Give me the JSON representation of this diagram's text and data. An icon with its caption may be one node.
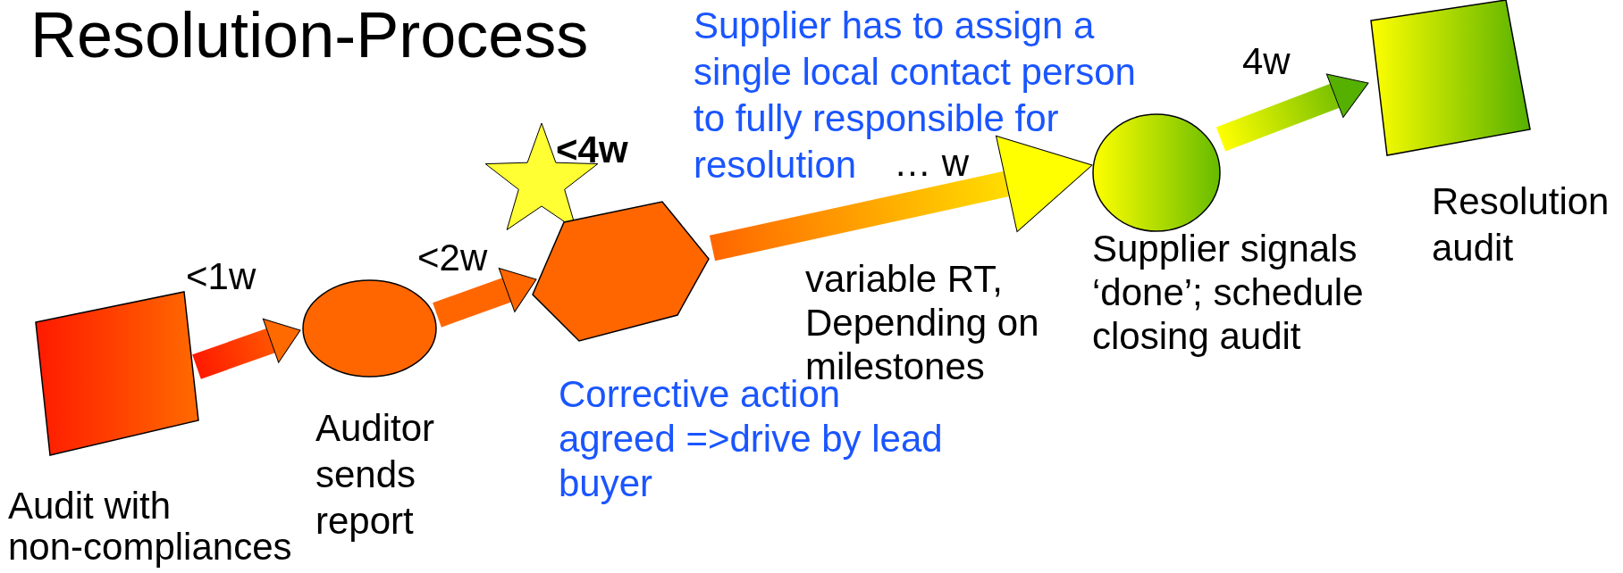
{
  "diagram": {
    "title": "Resolution-Process",
    "nodes": [
      {
        "text": [
          "Audit with non-compliances"
        ]
      },
      {
        "text": [
          "Auditor sends report"
        ]
      },
      {
        "text": [
          "Corrective action agreed =>drive by lead buyer"
        ]
      },
      {
        "text": [
          "Supplier signals ‘done’; schedule closing audit"
        ]
      },
      {
        "text": [
          "Resolution audit"
        ]
      }
    ],
    "edges": [
      {
        "from": 0,
        "to": 1,
        "arrow": "to",
        "label": "<1w"
      },
      {
        "from": 1,
        "to": 2,
        "arrow": "to",
        "label": "<2w"
      },
      {
        "from": 2,
        "to": 3,
        "arrow": "to",
        "label": "… w"
      },
      {
        "from": 3,
        "to": 4,
        "arrow": "to",
        "label": "4w"
      }
    ],
    "labels": [
      "Supplier has to assign a single local contact person to fully responsible for resolution",
      "<4w",
      "variable RT, Depending on milestones"
    ]
  }
}
